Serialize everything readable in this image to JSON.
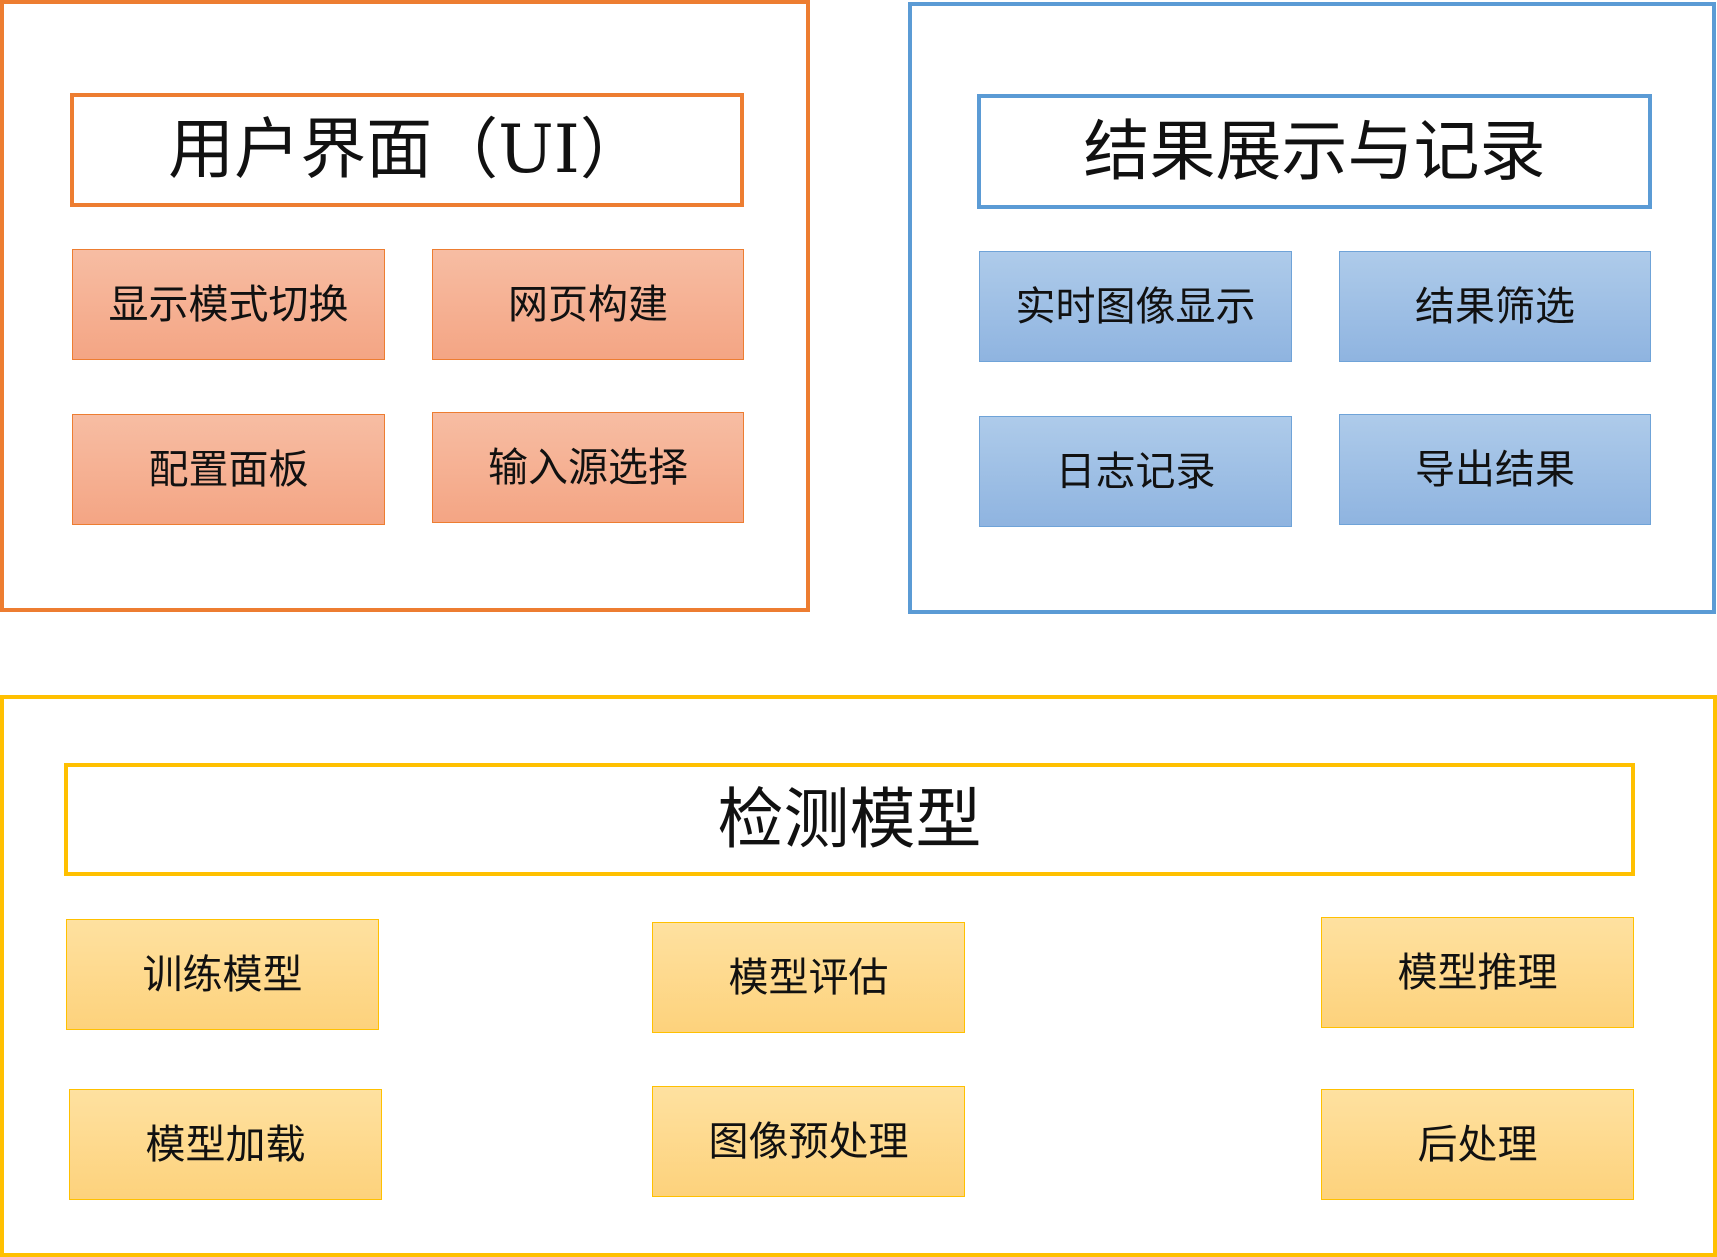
{
  "colors": {
    "ui_accent": "#ed7d31",
    "result_accent": "#5b9bd5",
    "detection_accent": "#ffc000"
  },
  "ui_panel": {
    "title": "用户界面（UI）",
    "modules": [
      "显示模式切换",
      "网页构建",
      "配置面板",
      "输入源选择"
    ]
  },
  "result_panel": {
    "title": "结果展示与记录",
    "modules": [
      "实时图像显示",
      "结果筛选",
      "日志记录",
      "导出结果"
    ]
  },
  "detection_panel": {
    "title": "检测模型",
    "modules": [
      "训练模型",
      "模型评估",
      "模型推理",
      "模型加载",
      "图像预处理",
      "后处理"
    ]
  }
}
